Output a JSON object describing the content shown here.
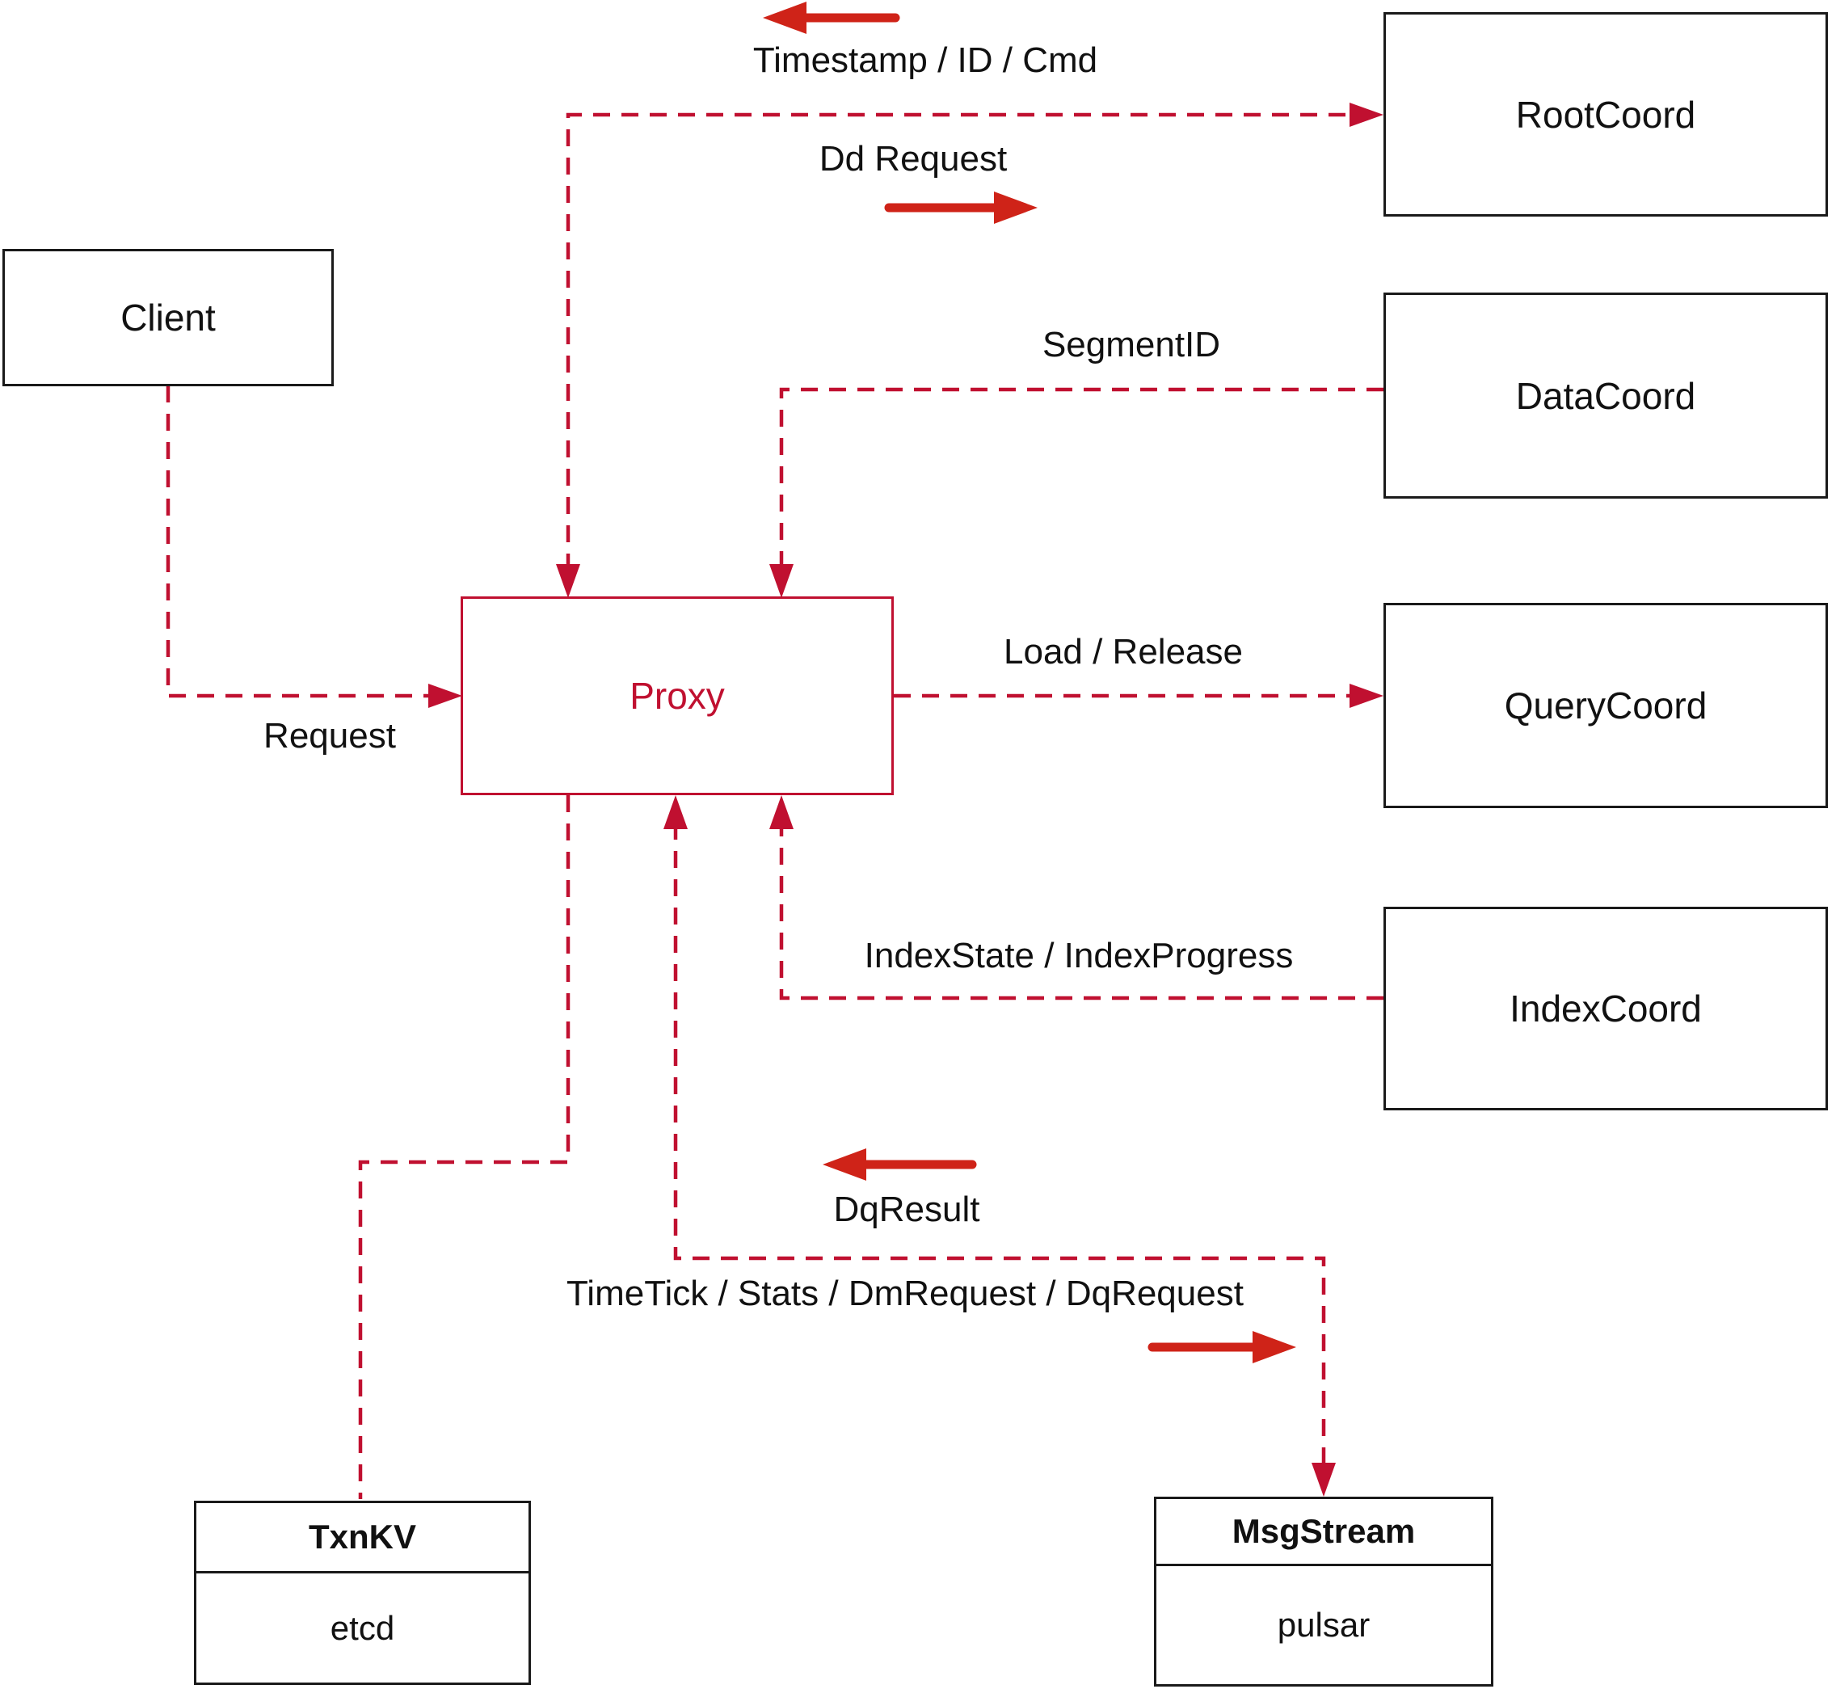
{
  "diagram": {
    "nodes": {
      "client": {
        "label": "Client"
      },
      "proxy": {
        "label": "Proxy"
      },
      "rootcoord": {
        "label": "RootCoord"
      },
      "datacoord": {
        "label": "DataCoord"
      },
      "querycoord": {
        "label": "QueryCoord"
      },
      "indexcoord": {
        "label": "IndexCoord"
      },
      "txnkv": {
        "title": "TxnKV",
        "subtitle": "etcd"
      },
      "msgstream": {
        "title": "MsgStream",
        "subtitle": "pulsar"
      }
    },
    "edge_labels": {
      "timestamp_id_cmd": "Timestamp / ID / Cmd",
      "dd_request": "Dd Request",
      "segment_id": "SegmentID",
      "load_release": "Load / Release",
      "request": "Request",
      "index_state": "IndexState / IndexProgress",
      "dq_result": "DqResult",
      "timetick": "TimeTick / Stats / DmRequest / DqRequest"
    },
    "colors": {
      "line_red": "#c01030",
      "arrow_red": "#cf2318",
      "box_black": "#1a1a1a",
      "text_black": "#111111",
      "bg_white": "#ffffff"
    }
  }
}
